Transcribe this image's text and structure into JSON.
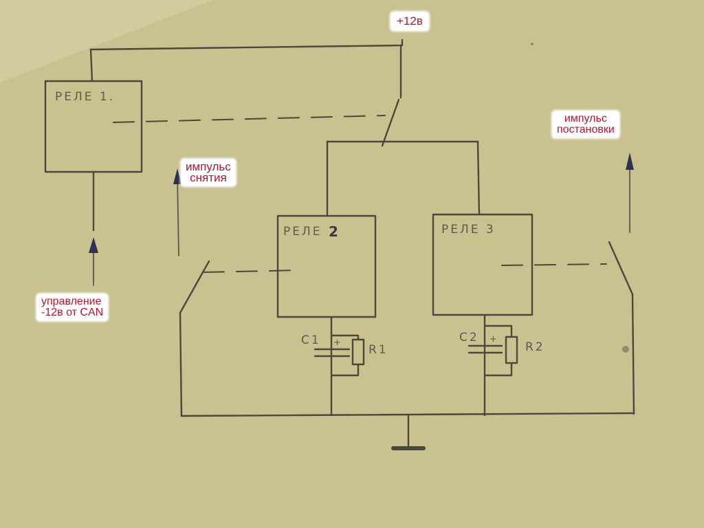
{
  "labels": {
    "supply": "+12в",
    "relay1": "РЕЛЕ 1.",
    "relay2": "РЕЛЕ 2",
    "relay3": "РЕЛЕ 3",
    "pulse_off": [
      "импульс",
      "снятия"
    ],
    "pulse_on": [
      "импульс",
      "постановки"
    ],
    "control": [
      "управление",
      "-12в от CAN"
    ],
    "c1": "C1",
    "r1": "R1",
    "c2": "C2",
    "r2": "R2",
    "plus": "+"
  },
  "colors": {
    "paper": "#c9c190",
    "pencil": "#4a473c",
    "label_text": "#b3142c",
    "arrow_ink": "#2d3050"
  }
}
